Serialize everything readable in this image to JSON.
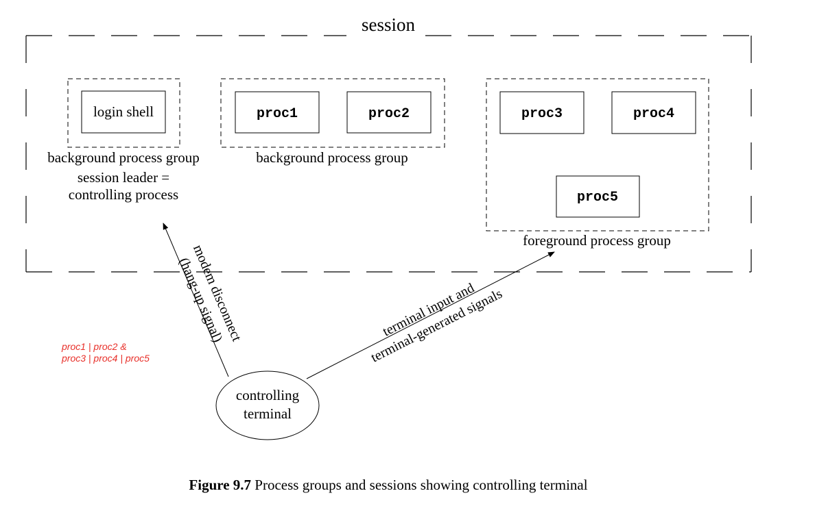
{
  "session": {
    "label": "session",
    "groups": [
      {
        "label": "background process group",
        "extra_label_line1": "session leader =",
        "extra_label_line2": "controlling process",
        "processes": [
          "login shell"
        ]
      },
      {
        "label": "background process group",
        "processes": [
          "proc1",
          "proc2"
        ]
      },
      {
        "label": "foreground process group",
        "processes": [
          "proc3",
          "proc4",
          "proc5"
        ]
      }
    ]
  },
  "terminal": {
    "line1": "controlling",
    "line2": "terminal"
  },
  "arrows": {
    "hangup_line1": "modem disconnect",
    "hangup_line2": "(hang-up signal)",
    "input_line1": "terminal input and",
    "input_line2": "terminal-generated signals"
  },
  "annotation": {
    "line1": "proc1 | proc2 &",
    "line2": "proc3 | proc4 | proc5",
    "color": "#e8302a"
  },
  "caption": {
    "number": "Figure 9.7",
    "text": "Process groups and sessions showing controlling terminal"
  }
}
